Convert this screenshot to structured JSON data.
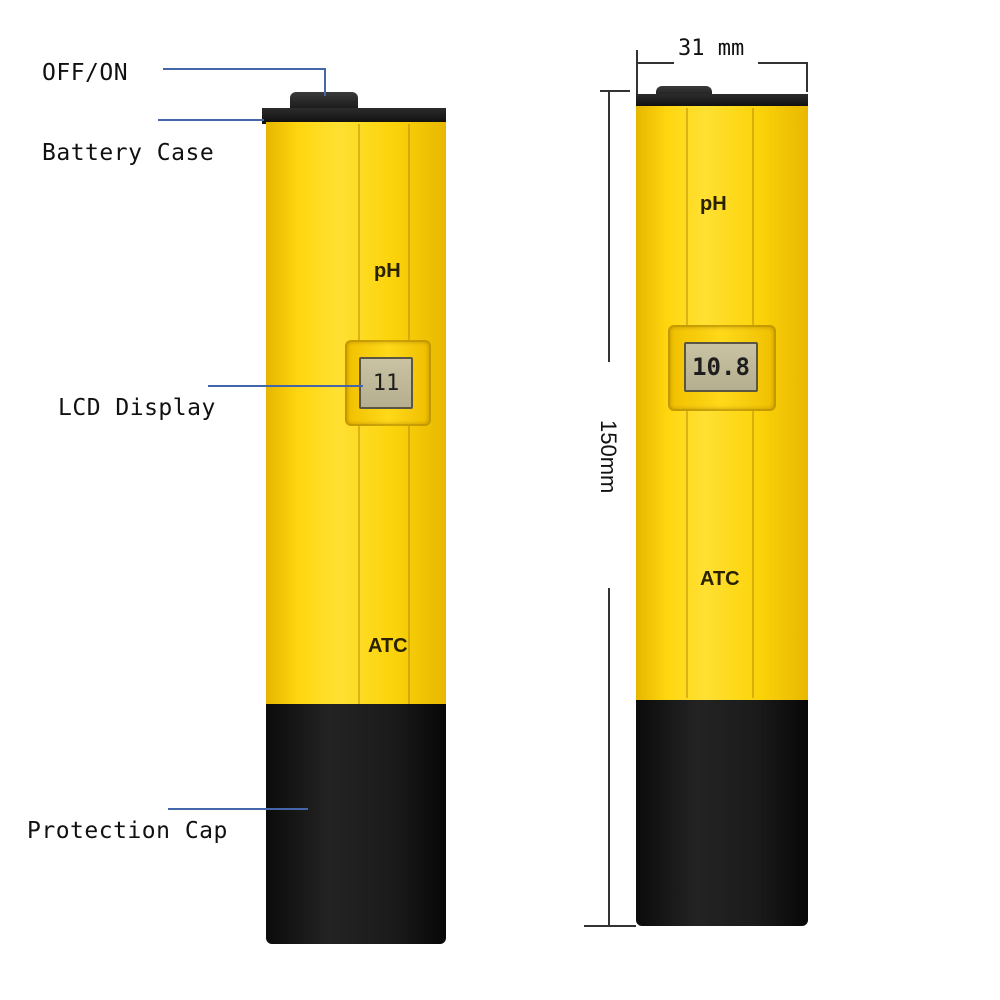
{
  "callouts": {
    "off_on": "OFF/ON",
    "battery_case": "Battery Case",
    "lcd_display": "LCD Display",
    "protection_cap": "Protection Cap"
  },
  "meter_left": {
    "label_top": "pH",
    "label_bottom": "ATC",
    "lcd_reading": "11"
  },
  "meter_right": {
    "label_top": "pH",
    "label_bottom": "ATC",
    "lcd_reading": "10.8"
  },
  "dimensions": {
    "width": "31 mm",
    "height": "150mm"
  },
  "colors": {
    "body_yellow": "#ffd60f",
    "cap_black": "#151515",
    "leader_blue": "#4566a8"
  }
}
